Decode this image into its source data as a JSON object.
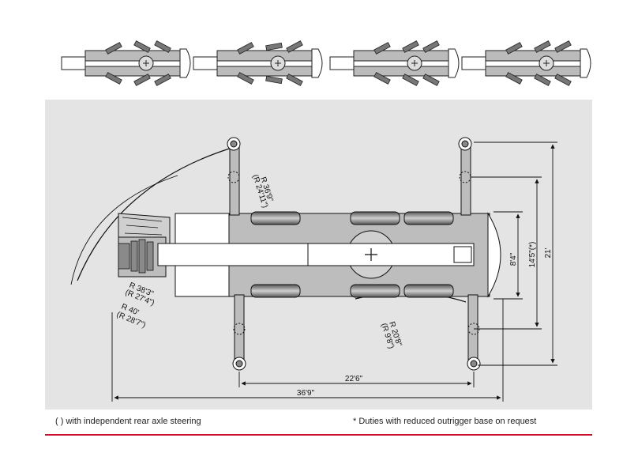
{
  "dimensions": {
    "radius_outer": "R 36'9\"",
    "radius_outer_alt": "(R 24'11\")",
    "radius_mid1": "R 38'3\"",
    "radius_mid1_alt": "(R 27'4\")",
    "radius_mid2": "R 40'",
    "radius_mid2_alt": "(R 28'7\")",
    "radius_inner": "R 20'8\"",
    "radius_inner_alt": "(R 9'8\")",
    "width_carrier": "8'4\"",
    "outrigger_reduced": "14'5\"(*)",
    "outrigger_full": "21'",
    "wheelbase_span": "22'6\"",
    "overall_length": "36'9\""
  },
  "footnotes": {
    "left": "( ) with independent rear axle steering",
    "right": "* Duties with reduced outrigger base on request"
  },
  "colors": {
    "panel": "#e4e4e4",
    "accent_rule": "#c8102e"
  }
}
